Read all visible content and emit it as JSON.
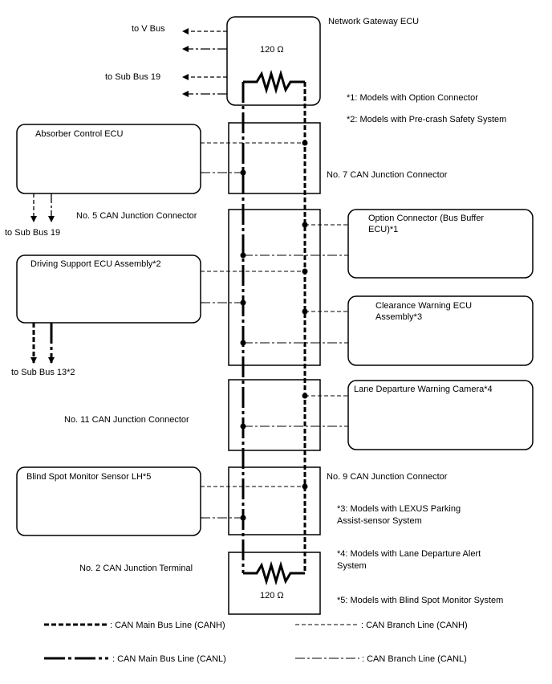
{
  "ecus": {
    "gateway": "Network Gateway ECU",
    "absorber": "Absorber Control ECU",
    "driving_support": "Driving Support ECU Assembly*2",
    "option_connector_1": "Option Connector (Bus Buffer",
    "option_connector_2": "ECU)*1",
    "clearance_1": "Clearance Warning ECU",
    "clearance_2": "Assembly*3",
    "lane_camera": "Lane Departure Warning Camera*4",
    "blind_spot": "Blind Spot Monitor Sensor LH*5"
  },
  "junctions": {
    "no7": "No. 7 CAN Junction Connector",
    "no5": "No. 5 CAN Junction Connector",
    "no11": "No. 11 CAN Junction Connector",
    "no9": "No. 9 CAN Junction Connector",
    "no2": "No. 2 CAN Junction Terminal"
  },
  "resistors": {
    "top": "120 Ω",
    "bottom": "120 Ω"
  },
  "buses": {
    "v_bus": "to V Bus",
    "sub_bus_19_top": "to Sub Bus 19",
    "sub_bus_19_left": "to Sub Bus 19",
    "sub_bus_13": "to Sub Bus 13*2"
  },
  "notes": {
    "n1": "*1: Models with Option Connector",
    "n2": "*2: Models with Pre-crash Safety System",
    "n3_1": "*3: Models with LEXUS Parking",
    "n3_2": "Assist-sensor System",
    "n4_1": "*4: Models with Lane Departure Alert",
    "n4_2": "System",
    "n5": "*5: Models with Blind Spot Monitor System"
  },
  "legend": {
    "canh_main": ": CAN Main Bus Line (CANH)",
    "canh_branch": ": CAN Branch Line (CANH)",
    "canl_main": ": CAN Main Bus Line (CANL)",
    "canl_branch": ": CAN Branch Line (CANL)"
  }
}
